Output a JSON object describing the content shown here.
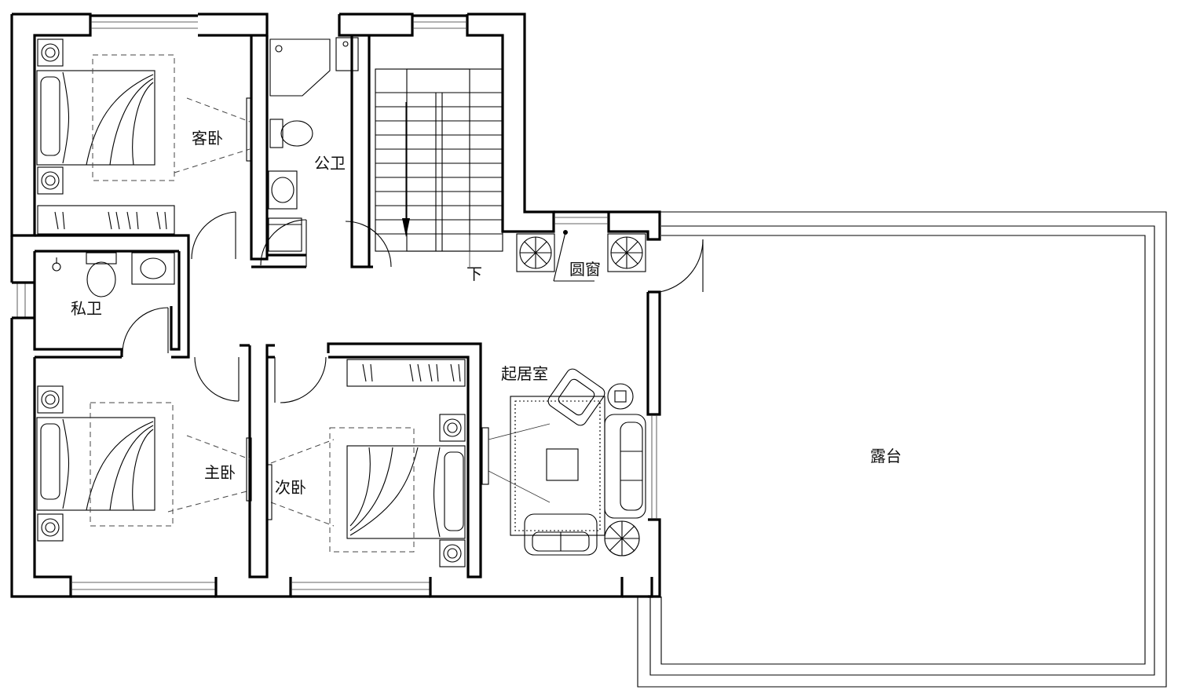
{
  "rooms": {
    "guest_bedroom": "客卧",
    "public_bath": "公卫",
    "private_bath": "私卫",
    "master_bedroom": "主卧",
    "second_bedroom": "次卧",
    "living_room": "起居室",
    "round_window": "圆窗",
    "terrace": "露台",
    "stair_down": "下"
  },
  "colors": {
    "line": "#000000",
    "background": "#ffffff"
  }
}
